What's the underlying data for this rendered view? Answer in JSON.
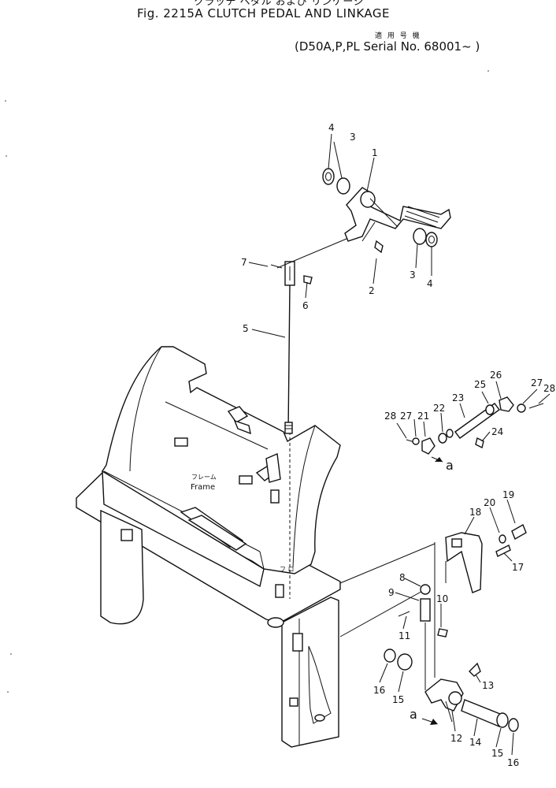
{
  "header": {
    "title_jp_partial": "クラッチ ペダル および リンケージ",
    "figure_title": "Fig. 2215A   CLUTCH PEDAL AND LINKAGE",
    "applicable_jp": "適 用 号 機",
    "serial": "(D50A,P,PL  Serial No. 68001~ )"
  },
  "labels": {
    "frame_jp": "フレーム",
    "frame_en": "Frame",
    "ref_a": "a"
  },
  "callouts": [
    "1",
    "2",
    "3",
    "4",
    "5",
    "6",
    "7",
    "8",
    "9",
    "10",
    "11",
    "12",
    "13",
    "14",
    "15",
    "16",
    "17",
    "18",
    "19",
    "20",
    "21",
    "22",
    "23",
    "24",
    "25",
    "26",
    "27",
    "28"
  ]
}
